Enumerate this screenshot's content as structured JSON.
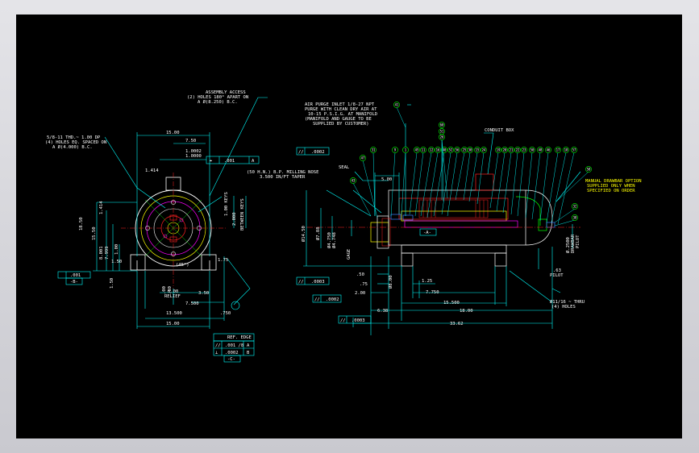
{
  "drawing": {
    "left_view": {
      "assembly_access": [
        "ASSEMBLY ACCESS",
        "(2) HOLES 180° APART ON",
        "A Ø(8.250) B.C."
      ],
      "holes_note": [
        "5/8-11 THD.~ 1.00 DP",
        "(4) HOLES EQ. SPACED ON",
        "A Ø(4.000) B.C."
      ],
      "dims": {
        "top_width": "15.00",
        "d750": "7.50",
        "d1_0002": "1.0002",
        "d1_0000": "1.0000",
        "d1414": "1.414",
        "d1_00_keys": "1.00 KEYS",
        "d2_000": "2.000",
        "between_keys": "BETWEEN KEYS",
        "d18_50": "18.50",
        "d1_414b": "1.414",
        "d15_50": "15.50",
        "d8_001": "8.001",
        "d7_999": "7.999",
        "d1_00": "1.00",
        "d1_50a": "1.50",
        "d1_50b": "1.50",
        "d1_75": "1.75",
        "d45": "(45°)",
        "d8_00": "8.00",
        "relief": "RELIEF",
        "d3_50": "3.50",
        "d7_500": "7.500",
        "d13_500": "13.500",
        "d750b": ".750",
        "d15_00b": "15.00",
        "d00": ".00",
        "d10": ".10"
      },
      "datum_a": "A",
      "datum_b": "-B-",
      "datum_c": "-C-",
      "fcf_top": [
        "⌖",
        ".001",
        "A"
      ],
      "fcf_left": [
        ".001"
      ],
      "ref_edge": {
        "title": "REF. EDGE",
        "row1": [
          "//",
          ".001 /8",
          "A"
        ],
        "row2": [
          "⊥",
          ".0002",
          "B"
        ]
      }
    },
    "right_view": {
      "purge_note": [
        "AIR PURGE INLET 1/8-27 NPT",
        "PURGE WITH CLEAN DRY AIR AT",
        "10-15 P.S.I.G. AT MANIFOLD",
        "(MANIFOLD AND GAUGE TO BE",
        "SUPPLIED BY CUSTOMER)"
      ],
      "conduit_box": "CONDUIT BOX",
      "nose_note": [
        "(50 H.N.) B.P. MILLING NOSE",
        "3.500 IN/FT TAPER"
      ],
      "seal": "SEAL",
      "drawbar_note": [
        "MANUAL DRAWBAR OPTION",
        "SUPPLIED ONLY WHEN",
        "SPECIFIED ON ORDER"
      ],
      "dims": {
        "d5_00": "5.00",
        "d14_50": "Ø14.50",
        "d7_88": "Ø7.88",
        "d4_750": "Ø4.750",
        "d4_748": "Ø4.748",
        "gage": "GAGE",
        "d50": ".50",
        "d75": ".75",
        "d2_00": "2.00",
        "d8_00": "Ø8.00",
        "d1_25": "1.25",
        "d7_750": "7.750",
        "d15_500": "15.500",
        "d6_38": "6.38",
        "d18_00": "18.00",
        "d33_62": "33.62",
        "d2500": "Ø.2500",
        "drawbar_pilot": [
          "DRAWBAR",
          "PILOT"
        ],
        "d63": ".63",
        "pilot": "PILOT",
        "thru_note": [
          "Ø11/16 ~ THRU",
          "(4) HOLES"
        ],
        "datum_a": "-A-"
      },
      "fcf": {
        "top": [
          "//",
          ".0002"
        ],
        "mid": [
          "//",
          ".0003"
        ],
        "low": [
          "//",
          ".0002"
        ],
        "bottom": [
          "//",
          ".0003"
        ]
      },
      "balloons": [
        "31",
        "9",
        "1",
        "45",
        "11",
        "12",
        "16",
        "40",
        "52",
        "56",
        "60",
        "51",
        "26",
        "25",
        "30",
        "15",
        "24",
        "19",
        "20",
        "21",
        "22",
        "23",
        "50",
        "48",
        "46",
        "17",
        "18",
        "57",
        "41",
        "58",
        "32",
        "38",
        "43",
        "47"
      ]
    }
  },
  "colors": {
    "background": "#000000",
    "frame": "#d6d6db",
    "cyan": "#00ffff",
    "white": "#ffffff",
    "yellow": "#ffff00",
    "red": "#ff2020",
    "magenta": "#ff00ff",
    "green": "#00ff00",
    "blue": "#3f7fff"
  }
}
